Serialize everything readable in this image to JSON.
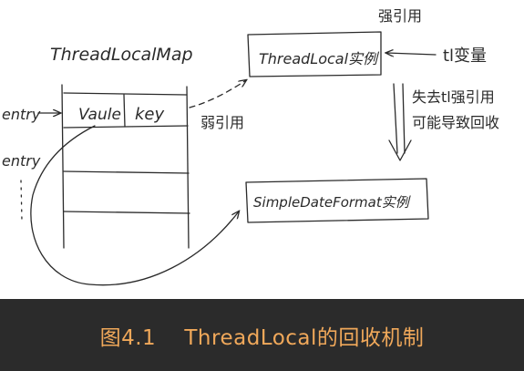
{
  "diagram": {
    "map_title": "ThreadLocalMap",
    "entry_label": "entry",
    "entry_label_2": "entry",
    "col_value": "Vaule",
    "col_key": "key",
    "weak_ref_label": "弱引用",
    "strong_ref_label_top": "强引用",
    "threadlocal_instance": "ThreadLocal实例",
    "tl_variable": "tl变量",
    "release_line_1": "失去tl强引用",
    "release_line_2": "可能导致回收",
    "sdf_instance": "SimpleDateFormat实例"
  },
  "caption": {
    "text": "图4.1    ThreadLocal的回收机制"
  },
  "colors": {
    "caption_text": "#f0a85a",
    "caption_bg": "#2b2b2b",
    "ink": "#2a2a2a"
  }
}
